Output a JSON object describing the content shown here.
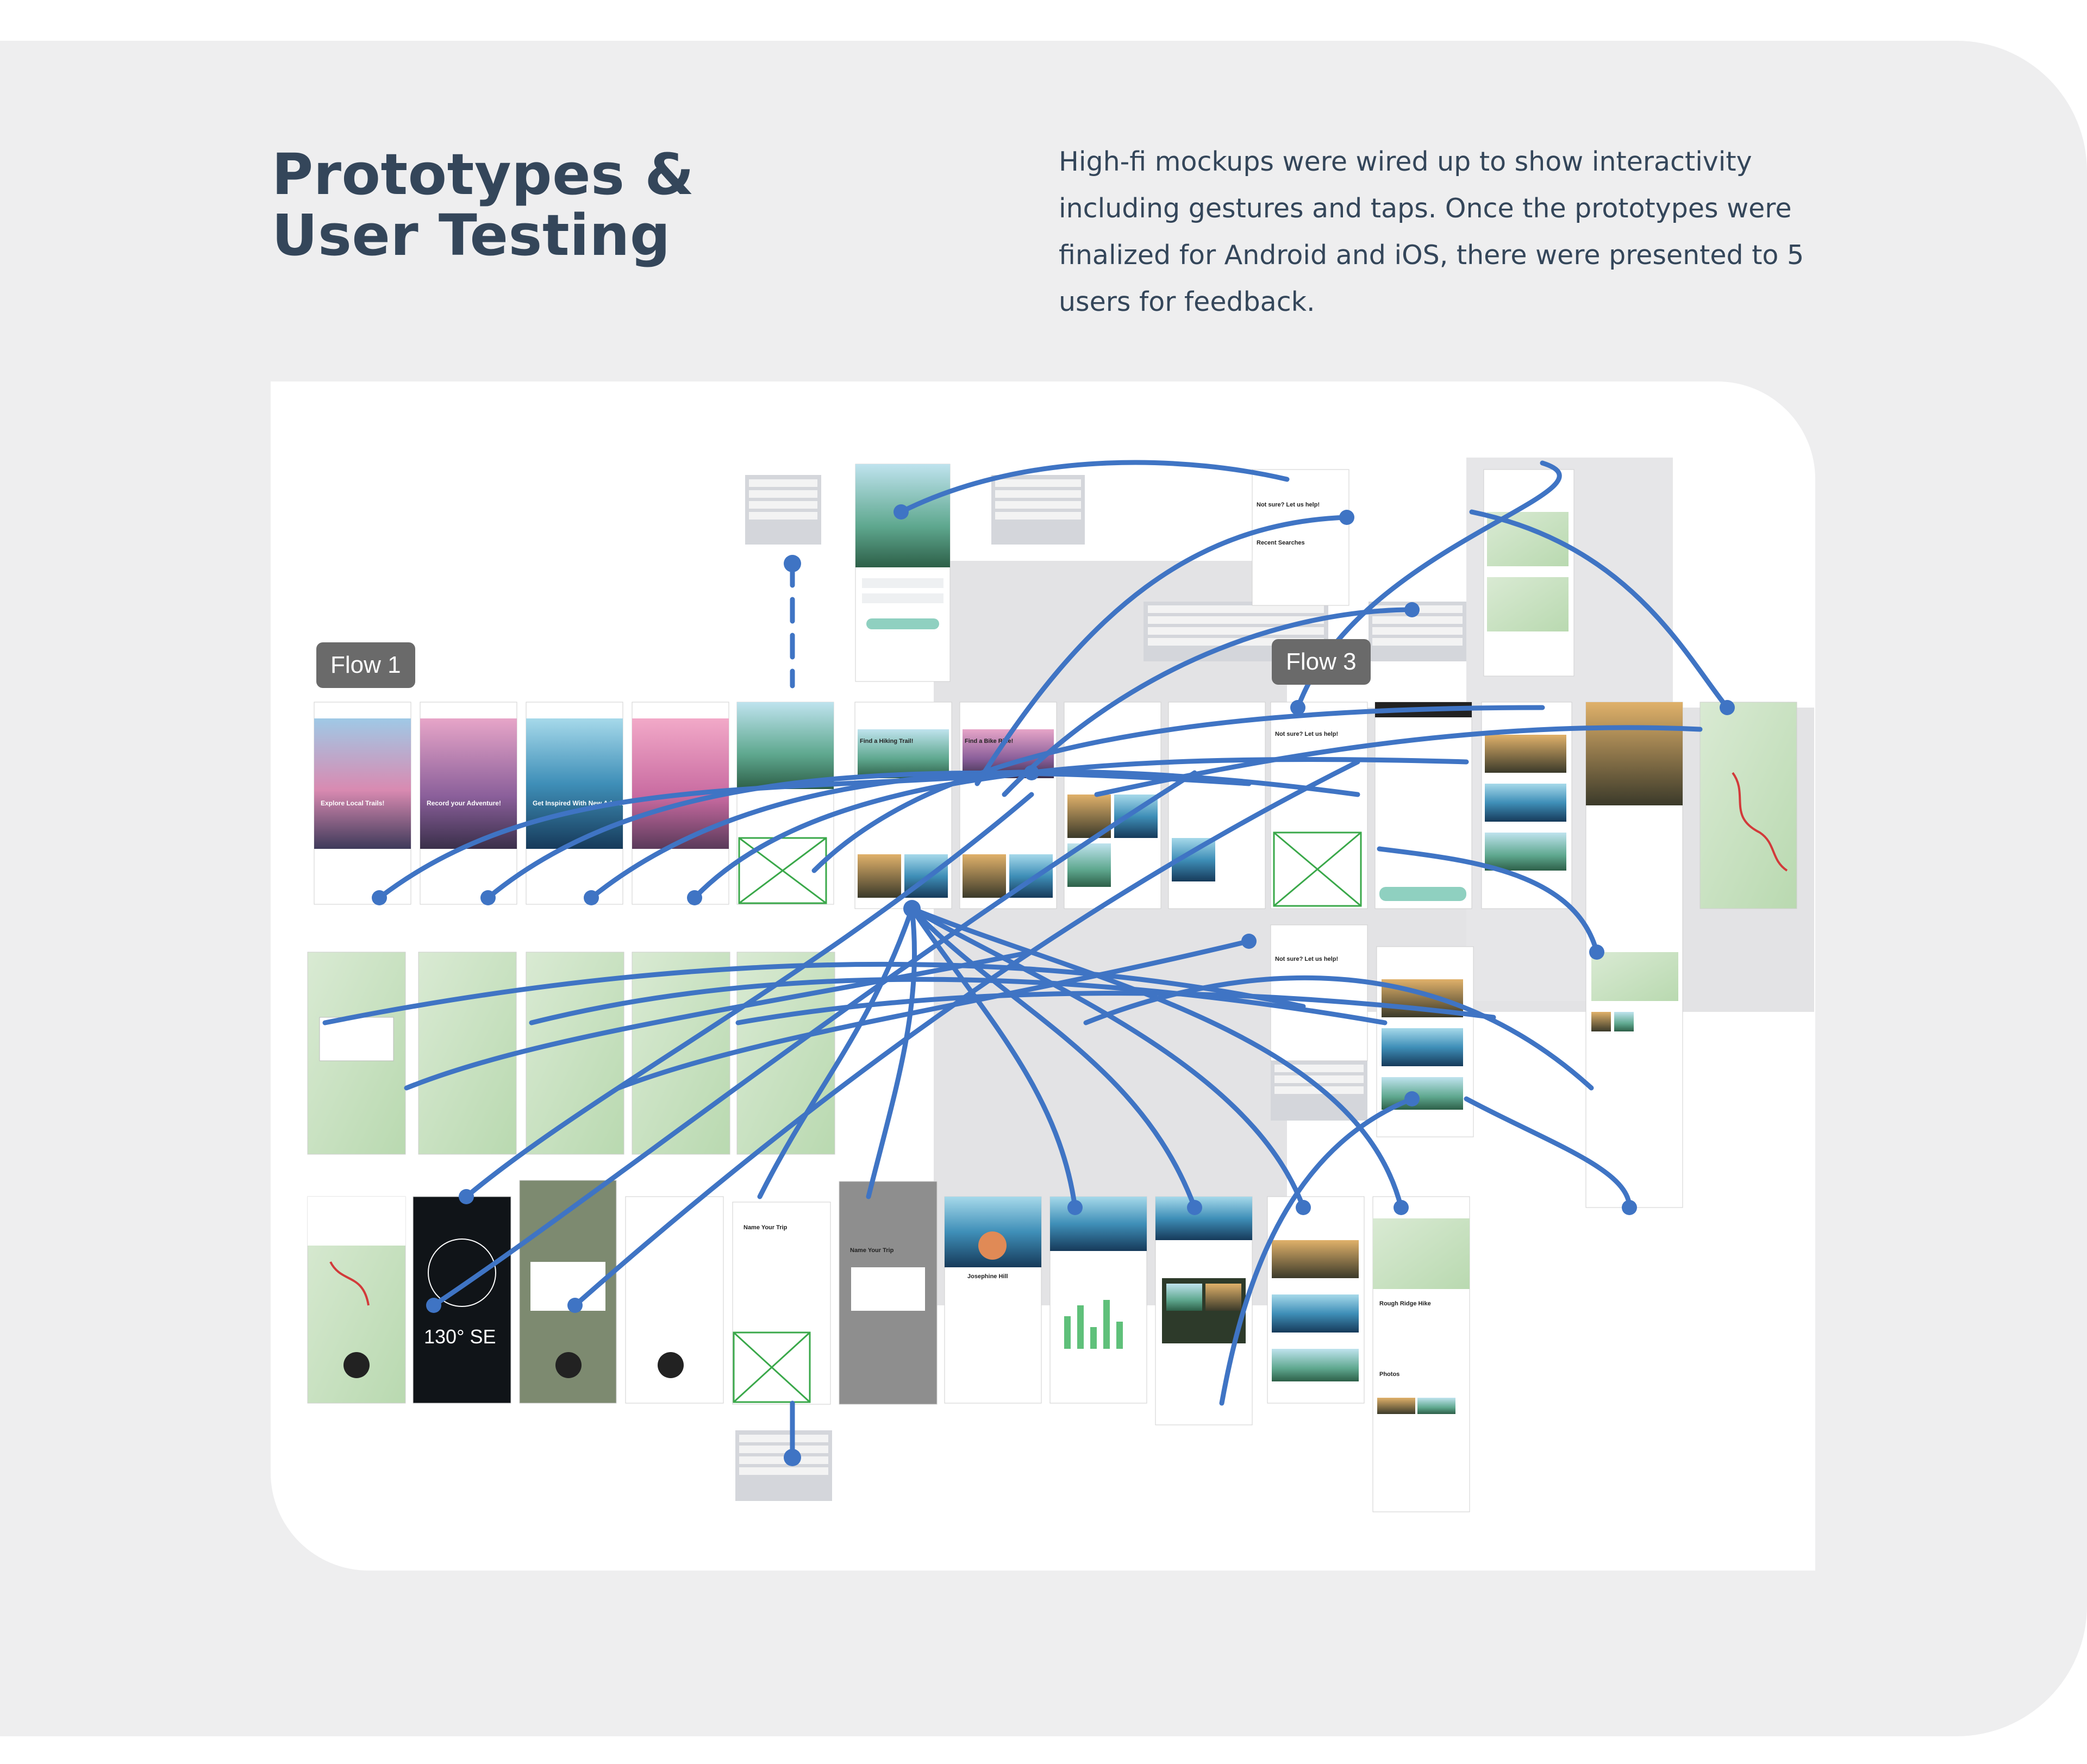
{
  "heading": {
    "line1": "Prototypes &",
    "line2": "User Testing"
  },
  "description": "High-fi mockups were wired up to show interactivity including gestures and taps. Once the prototypes were finalized for Android and iOS, there were presented to 5 users for feedback.",
  "flows": [
    {
      "label": "Flow 1"
    },
    {
      "label": "Flow 3"
    }
  ],
  "screens": {
    "onboarding": [
      {
        "title": "Explore Local Trails!"
      },
      {
        "title": "Record your Adventure!"
      },
      {
        "title": "Get Inspired With New Adventures!"
      }
    ],
    "home": [
      {
        "title": "Find a Hiking Trail!"
      },
      {
        "title": "Find a Bike Ride!"
      }
    ],
    "search": {
      "prompt": "Not sure? Let us help!",
      "section": "Recent Searches"
    },
    "compass": {
      "heading": "130° SE"
    },
    "trip": {
      "title": "Name Your Trip"
    },
    "profile": {
      "name": "Josephine Hill"
    },
    "detail": {
      "title": "Rough Ridge Hike",
      "section": "Photos"
    }
  },
  "colors": {
    "panel": "#eeeeef",
    "heading": "#34465a",
    "connector": "#3f74c4",
    "flow_label_bg": "#6a6a6a"
  }
}
